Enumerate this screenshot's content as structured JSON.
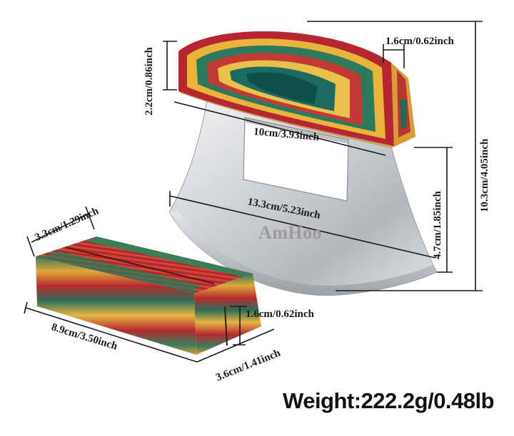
{
  "product": {
    "brand": "AmHoo",
    "weight_label": "Weight:222.2g/0.48lb"
  },
  "dimensions": {
    "handle_height": "2.2cm/0.86inch",
    "handle_thickness": "1.6cm/0.62inch",
    "total_height": "10.3cm/4.05inch",
    "window_width": "10cm/3.93inch",
    "blade_height": "4.7cm/1.85inch",
    "blade_width": "13.3cm/5.23inch",
    "stand_width": "3.3cm/1.29inch",
    "stand_length": "8.9cm/3.50inch",
    "stand_depth": "3.6cm/1.41inch",
    "stand_slot": "1.6cm/0.62inch"
  },
  "colors": {
    "wood_red": "#b8212b",
    "wood_green": "#1f6b5a",
    "wood_yellow": "#e8b13a",
    "steel": "#c9ccd0"
  }
}
